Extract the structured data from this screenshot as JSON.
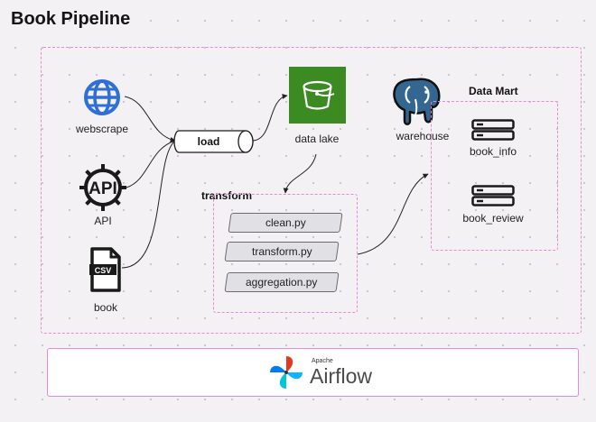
{
  "title": "Book Pipeline",
  "sources": {
    "webscrape": "webscrape",
    "api": "API",
    "api_icon_text": "API",
    "book": "book",
    "csv_badge": "CSV"
  },
  "load": "load",
  "data_lake": "data lake",
  "warehouse": "warehouse",
  "transform": {
    "title": "transform",
    "steps": [
      "clean.py",
      "transform.py",
      "aggregation.py"
    ]
  },
  "data_mart": {
    "title": "Data Mart",
    "tables": [
      "book_info",
      "book_review"
    ]
  },
  "airflow": {
    "apache": "Apache",
    "name": "Airflow"
  },
  "colors": {
    "dashed_border": "#e58ad3",
    "globe_blue": "#2f6fd6",
    "s3_green": "#3b8a22",
    "postgres_blue": "#336791"
  }
}
